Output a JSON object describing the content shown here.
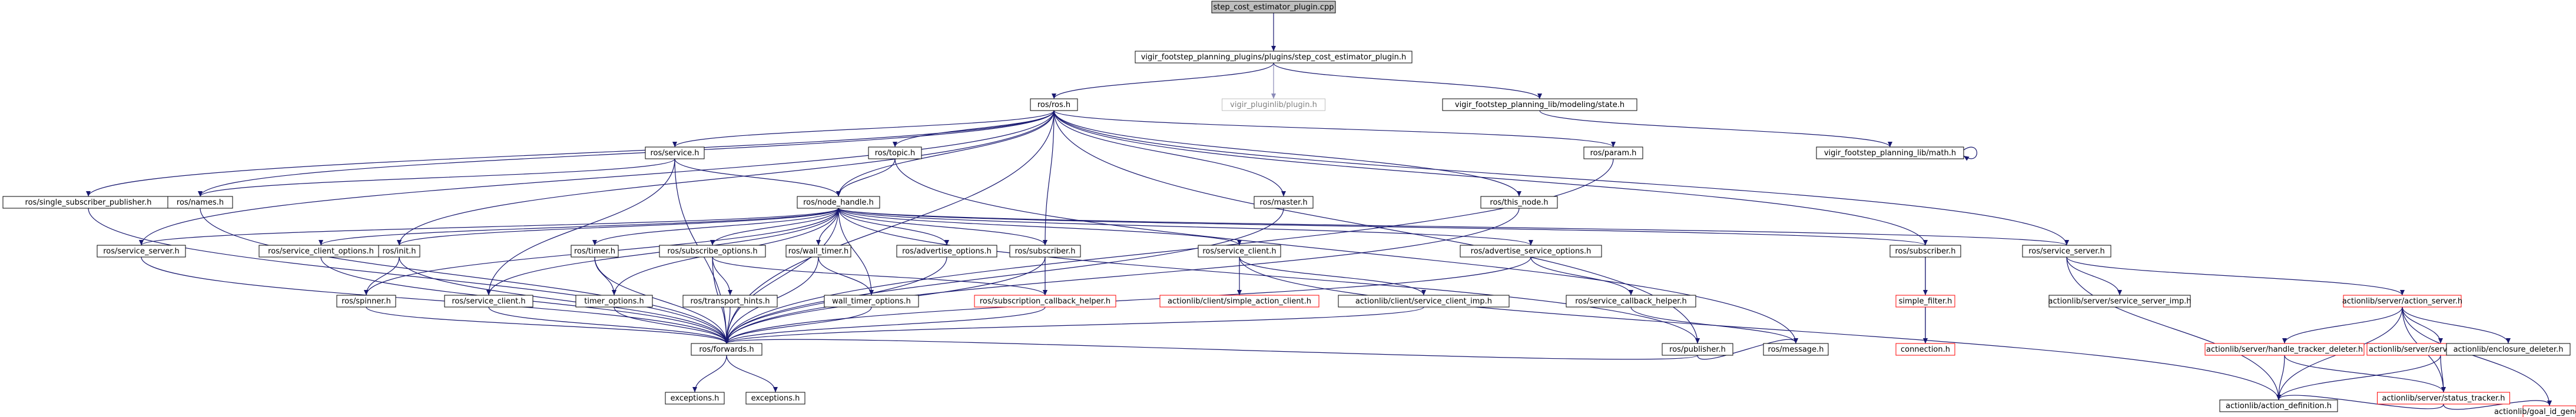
{
  "colors": {
    "edge_main": "#191970",
    "edge_light": "#8a8ab8",
    "node_border": "#000000",
    "node_border_missing": "#ff0000",
    "node_border_faded": "#bfbfbf",
    "root_fill": "#bfbfbf",
    "label_missing": "#ff0000",
    "label_faded": "#808080"
  },
  "nodes": {
    "root": "step_cost_estimator_plugin.cpp",
    "plugin_h": "vigir_footstep_planning_plugins/plugins/step_cost_estimator_plugin.h",
    "ros_h": "ros/ros.h",
    "pluginlib": "vigir_pluginlib/plugin.h",
    "state_h": "vigir_footstep_planning_lib/modeling/state.h",
    "math_h": "vigir_footstep_planning_lib/math.h",
    "single_pub": "ros/single_subscriber_publisher.h",
    "names": "ros/names.h",
    "service": "ros/service.h",
    "topic": "ros/topic.h",
    "param": "ros/param.h",
    "master": "ros/master.h",
    "this_node": "ros/this_node.h",
    "node_handle": "ros/node_handle.h",
    "service_server": "ros/service_server.h",
    "service_client_options": "ros/service_client_options.h",
    "init": "ros/init.h",
    "spinner": "ros/spinner.h",
    "service_client": "ros/service_client.h",
    "timer": "ros/timer.h",
    "timer_options": "timer_options.h",
    "subscribe_options": "ros/subscribe_options.h",
    "transport_hints": "ros/transport_hints.h",
    "wall_timer": "ros/wall_timer.h",
    "wall_timer_options": "wall_timer_options.h",
    "advertise_options": "ros/advertise_options.h",
    "subscriber": "ros/subscriber.h",
    "sub_cb_helper": "ros/subscription_callback_helper.h",
    "service_client_hpp": "ros/service_client.h",
    "simple_action_client": "actionlib/client/simple_action_client.h",
    "service_client_imp": "actionlib/client/service_client_imp.h",
    "advertise_service_options": "ros/advertise_service_options.h",
    "service_callback_helper": "ros/service_callback_helper.h",
    "publisher": "ros/publisher.h",
    "message": "ros/message.h",
    "ros_subscriber": "ros/subscriber.h",
    "simple_filter": "simple_filter.h",
    "connection": "connection.h",
    "ros_service_server": "ros/service_server.h",
    "service_server_imp": "actionlib/server/service_server_imp.h",
    "action_server": "actionlib/server/action_server.h",
    "handle_tracker": "actionlib/server/handle_tracker_deleter.h",
    "server_goal_handle": "actionlib/server/server_goal_handle.h",
    "status_tracker": "actionlib/server/status_tracker.h",
    "goal_id_gen": "actionlib/goal_id_generator.h",
    "enclosure_deleter": "actionlib/enclosure_deleter.h",
    "action_definition": "actionlib/action_definition.h",
    "forwards": "ros/forwards.h",
    "exceptions1": "exceptions.h",
    "exceptions2": "exceptions.h"
  }
}
